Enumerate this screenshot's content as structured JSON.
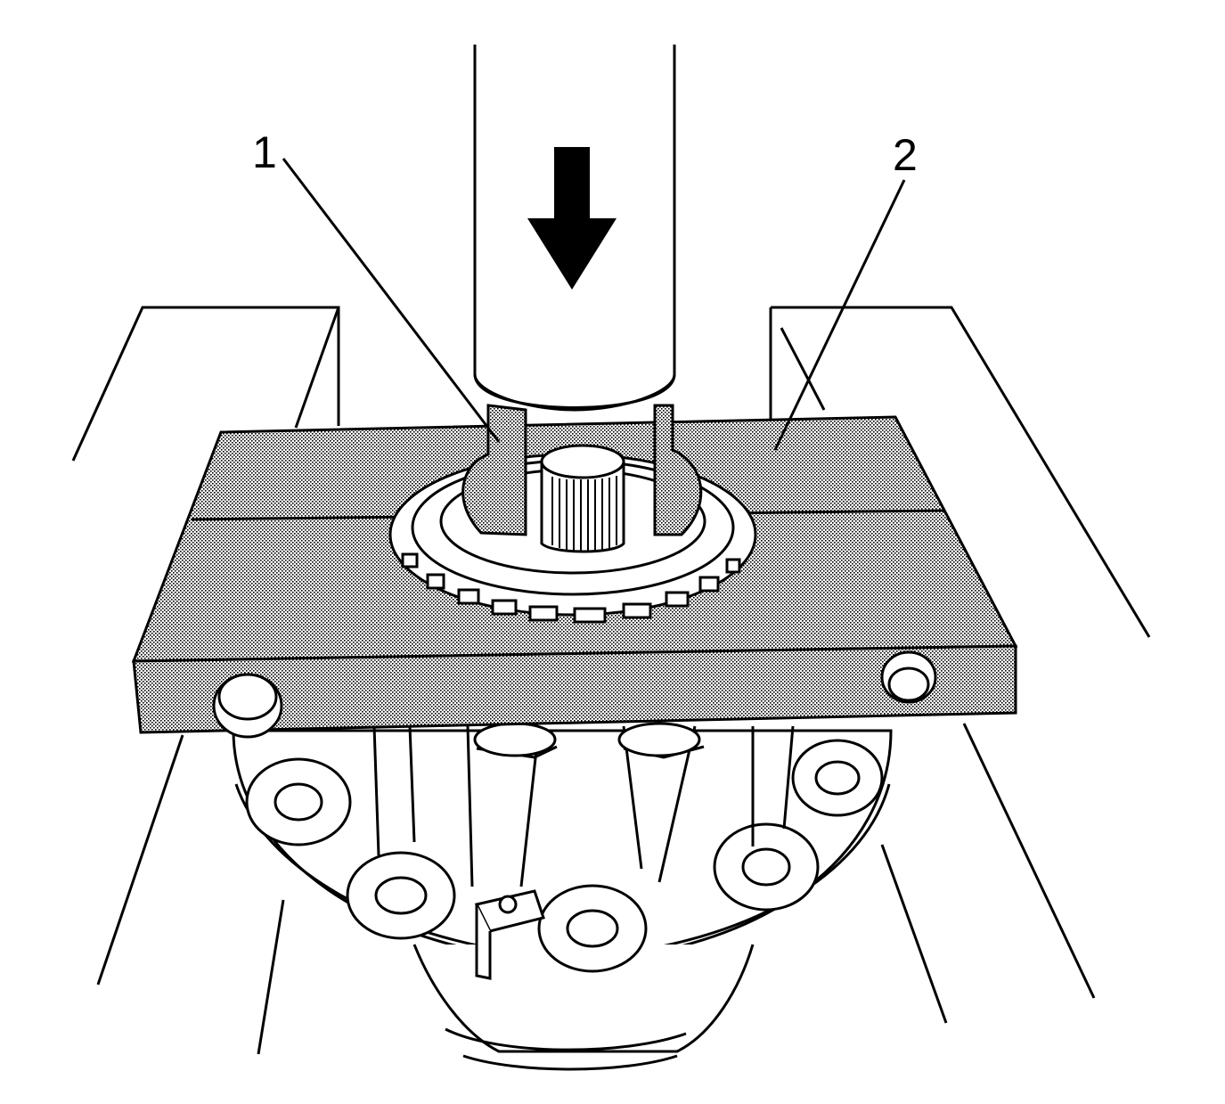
{
  "callouts": [
    {
      "id": "1",
      "label": "1"
    },
    {
      "id": "2",
      "label": "2"
    }
  ],
  "colors": {
    "ink": "#000000",
    "paper": "#ffffff",
    "plate_shading": "#d9d9d9"
  },
  "icons": {
    "press_direction": "arrow-down-icon"
  }
}
